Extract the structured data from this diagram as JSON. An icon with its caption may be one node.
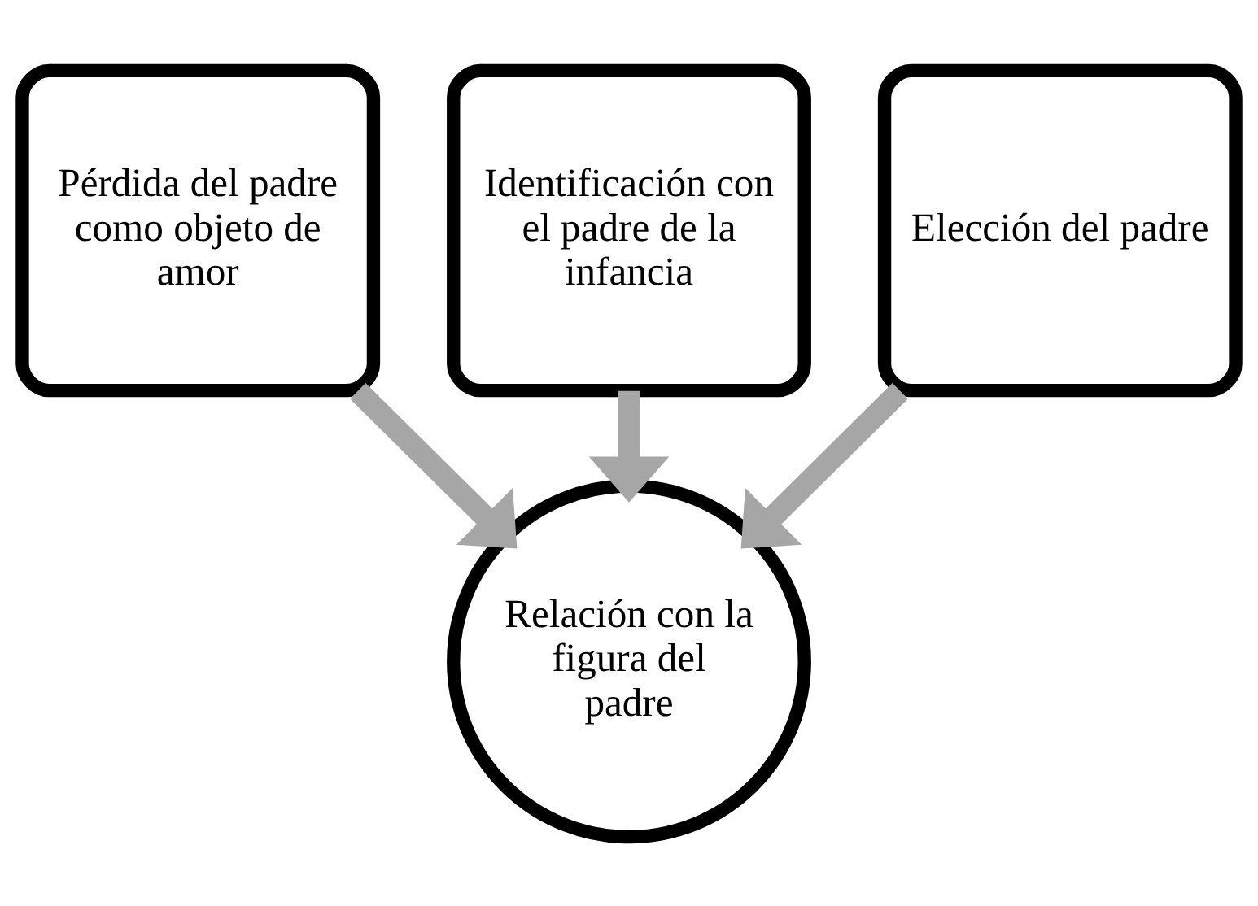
{
  "diagram": {
    "nodes": [
      {
        "text": [
          "Pérdida del padre como objeto de amor"
        ]
      },
      {
        "text": [
          "Identificación con el padre de la infancia"
        ]
      },
      {
        "text": [
          "Elección del padre"
        ]
      },
      {
        "text": [
          "Relación con la figura del padre"
        ]
      }
    ],
    "edges": [
      {
        "from": 0,
        "to": 3,
        "arrow": "to"
      },
      {
        "from": 1,
        "to": 3,
        "arrow": "to"
      },
      {
        "from": 2,
        "to": 3,
        "arrow": "to"
      }
    ]
  }
}
